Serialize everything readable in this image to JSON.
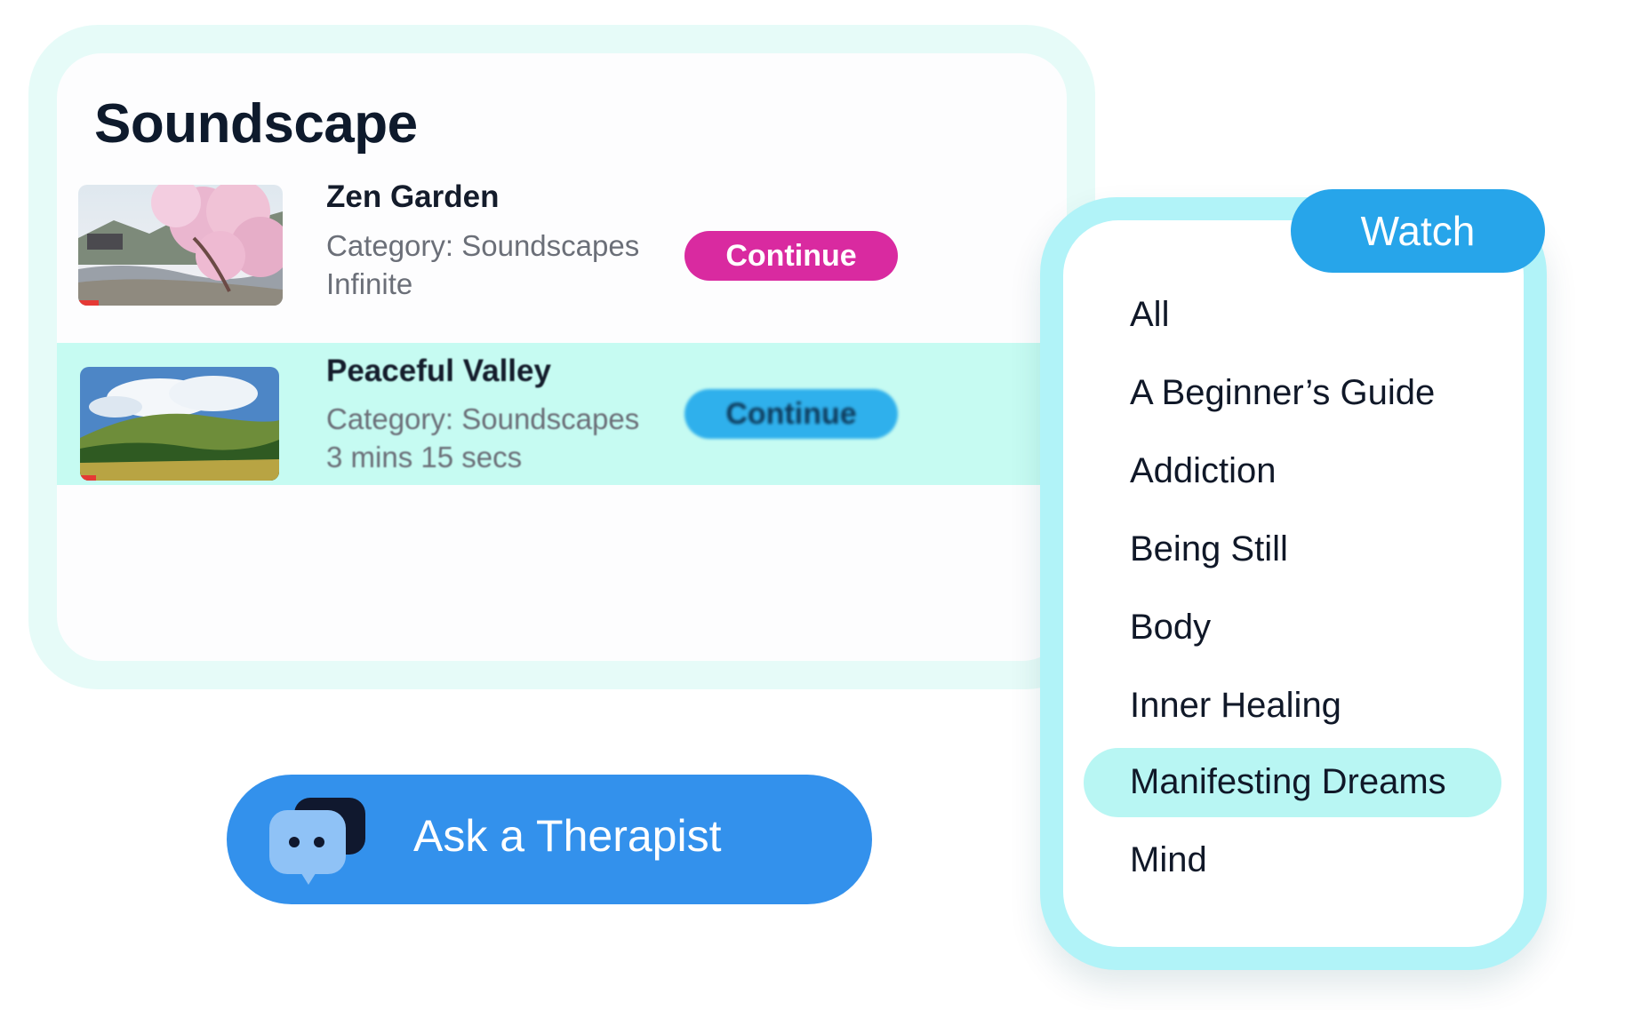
{
  "soundscape": {
    "title": "Soundscape",
    "items": [
      {
        "title": "Zen Garden",
        "category": "Category: Soundscapes",
        "duration": "Infinite",
        "action_label": "Continue",
        "action_color": "#d92aa0",
        "progress": 0.1
      },
      {
        "title": "Peaceful Valley",
        "category": "Category: Soundscapes",
        "duration": "3 mins 15 secs",
        "action_label": "Continue",
        "action_color": "#2fb0ec",
        "progress": 0.08,
        "highlighted": true
      }
    ]
  },
  "ask_therapist": {
    "label": "Ask a Therapist",
    "icon": "chat-bubbles-icon",
    "color": "#3391ec"
  },
  "watch": {
    "header_label": "Watch",
    "header_color": "#27a5ea",
    "selected_item": "Manifesting Dreams",
    "items": [
      {
        "label": "All"
      },
      {
        "label": "A Beginner’s Guide"
      },
      {
        "label": "Addiction"
      },
      {
        "label": "Being Still"
      },
      {
        "label": "Body"
      },
      {
        "label": "Inner Healing"
      },
      {
        "label": "Manifesting Dreams"
      },
      {
        "label": "Mind"
      }
    ]
  }
}
